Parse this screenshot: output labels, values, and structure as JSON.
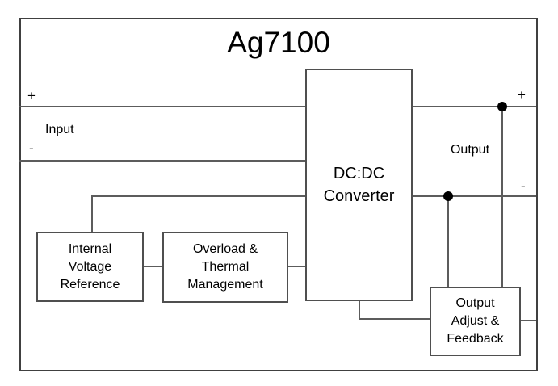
{
  "title": "Ag7100",
  "input": {
    "label": "Input",
    "plus": "+",
    "minus": "-"
  },
  "output": {
    "label": "Output",
    "plus": "+",
    "minus": "-"
  },
  "blocks": {
    "dcdc": {
      "lines": [
        "DC:DC",
        "Converter"
      ]
    },
    "ivr": {
      "lines": [
        "Internal",
        "Voltage",
        "Reference"
      ]
    },
    "otm": {
      "lines": [
        "Overload &",
        "Thermal",
        "Management"
      ]
    },
    "oaf": {
      "lines": [
        "Output",
        "Adjust &",
        "Feedback"
      ]
    }
  },
  "colors": {
    "background": "#ffffff",
    "border": "#404040",
    "line": "#5c5c5c",
    "text": "#000000",
    "junction_dot": "#000000"
  }
}
